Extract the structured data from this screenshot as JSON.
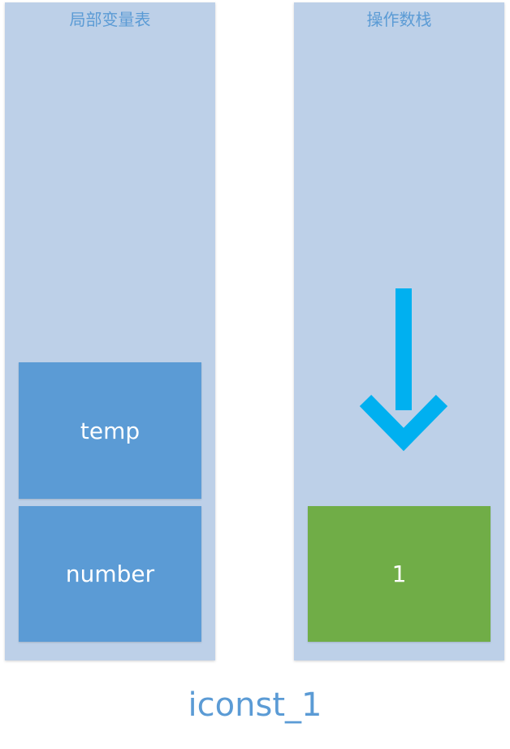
{
  "local_vars": {
    "title": "局部变量表",
    "slots": [
      "temp",
      "number"
    ]
  },
  "operand_stack": {
    "title": "操作数栈",
    "slots": [
      "1"
    ]
  },
  "instruction": "iconst_1",
  "colors": {
    "panel": "#bdd0e8",
    "var_slot": "#5b9bd5",
    "stack_slot": "#70ad47",
    "arrow": "#00b0f0",
    "title_text": "#5b9bd5"
  },
  "icons": {
    "push_arrow": "down-arrow-icon"
  }
}
